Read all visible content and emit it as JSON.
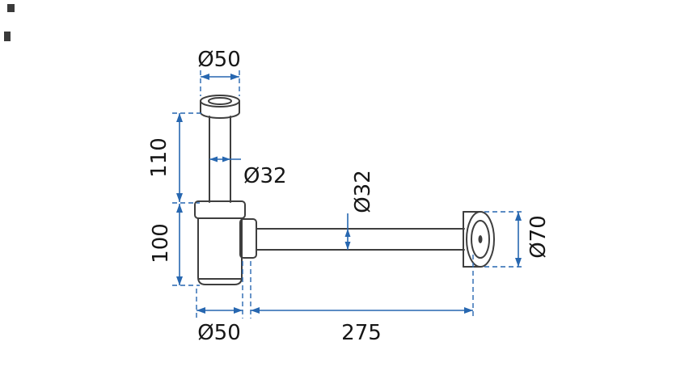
{
  "meta": {
    "description": "Technical dimension drawing of a bottle trap (basin siphon) with chrome wall flange"
  },
  "colors": {
    "dimension_blue": "#2767b0",
    "outline_gray": "#3e3e3e",
    "text_black": "#161616",
    "background": "#ffffff"
  },
  "dimensions": {
    "top_inlet_diameter": "Ø50",
    "inlet_pipe_height": "110",
    "inlet_pipe_diameter": "Ø32",
    "outlet_pipe_diameter": "Ø32",
    "body_height": "100",
    "body_diameter": "Ø50",
    "outlet_length": "275",
    "wall_flange_diameter": "Ø70"
  }
}
